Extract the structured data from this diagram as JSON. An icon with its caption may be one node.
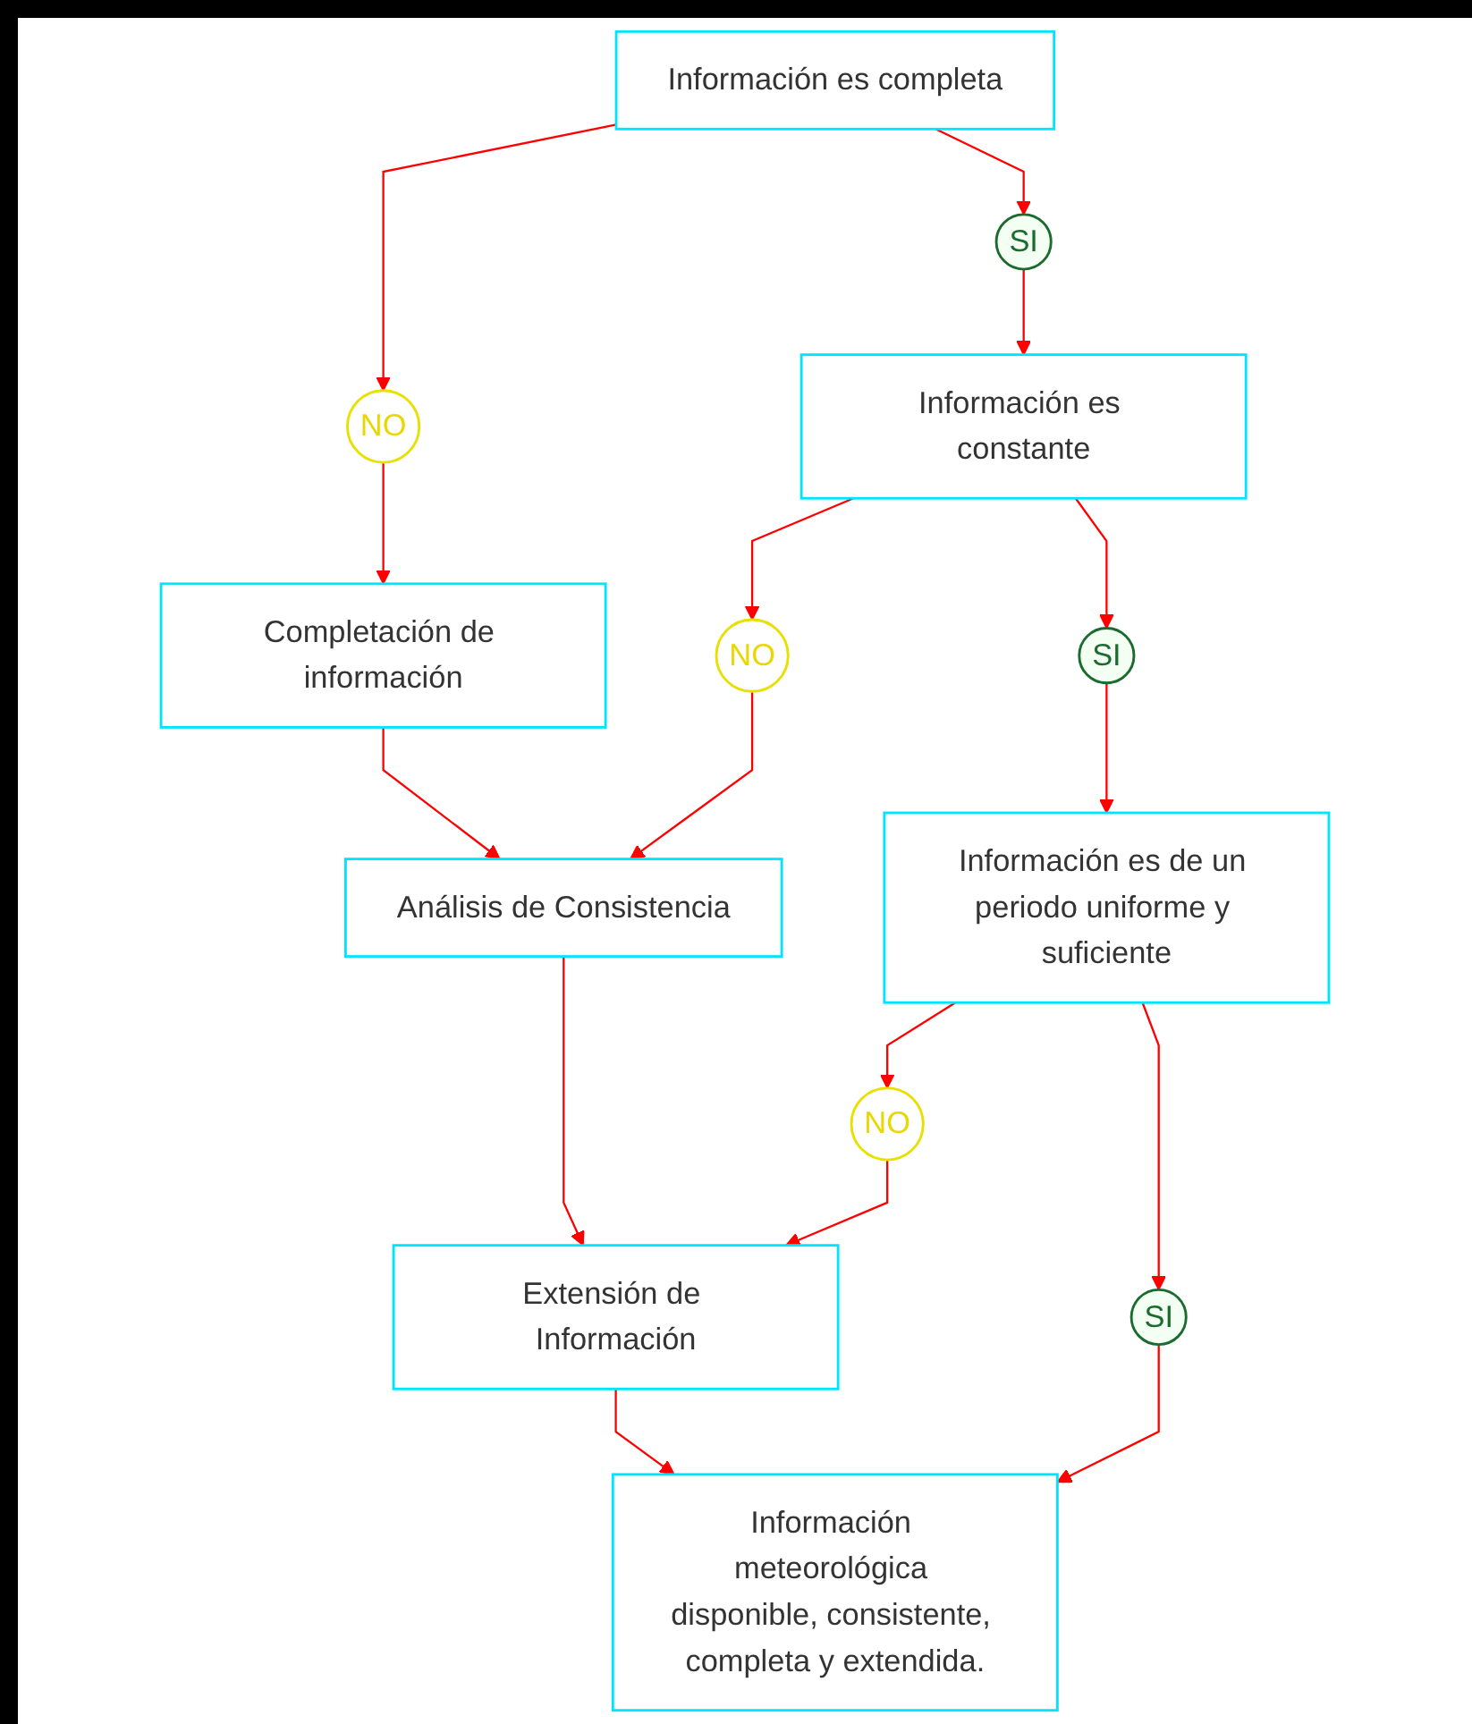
{
  "diagram": {
    "nodes": [
      {
        "text": [
          "Información es completa"
        ]
      },
      {
        "text": [
          "NO"
        ]
      },
      {
        "text": [
          "Completación de información"
        ]
      },
      {
        "text": [
          "SI"
        ]
      },
      {
        "text": [
          "Información es constante"
        ]
      },
      {
        "text": [
          "NO"
        ]
      },
      {
        "text": [
          "Análisis de Consistencia"
        ]
      },
      {
        "text": [
          "SI"
        ]
      },
      {
        "text": [
          "Información es de un periodo uniforme y suficiente"
        ]
      },
      {
        "text": [
          "NO"
        ]
      },
      {
        "text": [
          "Extensión de Información"
        ]
      },
      {
        "text": [
          "SI"
        ]
      },
      {
        "text": [
          "Información meteorológica disponible, consistente, completa y extendida."
        ]
      }
    ],
    "edges": [
      {
        "from": 0,
        "to": 1,
        "arrow": "to"
      },
      {
        "from": 1,
        "to": 2,
        "arrow": "to"
      },
      {
        "from": 0,
        "to": 3,
        "arrow": "to"
      },
      {
        "from": 3,
        "to": 4,
        "arrow": "to"
      },
      {
        "from": 2,
        "to": 6,
        "arrow": "to"
      },
      {
        "from": 4,
        "to": 5,
        "arrow": "to"
      },
      {
        "from": 5,
        "to": 6,
        "arrow": "to"
      },
      {
        "from": 4,
        "to": 7,
        "arrow": "to"
      },
      {
        "from": 7,
        "to": 8,
        "arrow": "to"
      },
      {
        "from": 6,
        "to": 10,
        "arrow": "to"
      },
      {
        "from": 8,
        "to": 9,
        "arrow": "to"
      },
      {
        "from": 9,
        "to": 10,
        "arrow": "to"
      },
      {
        "from": 8,
        "to": 11,
        "arrow": "to"
      },
      {
        "from": 11,
        "to": 12,
        "arrow": "to"
      },
      {
        "from": 10,
        "to": 12,
        "arrow": "to"
      }
    ]
  }
}
